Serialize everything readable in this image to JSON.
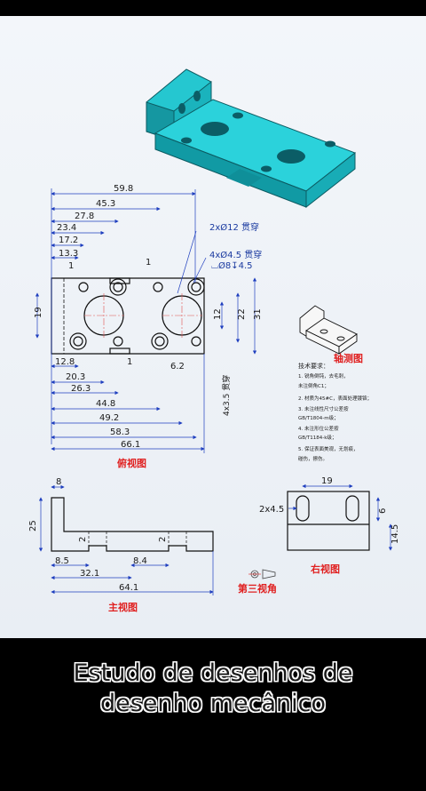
{
  "captions": [
    "Estudo de desenhos de",
    "desenho mecânico"
  ],
  "views": {
    "top_view_label": "俯视图",
    "front_view_label": "主视图",
    "right_view_label": "右视图",
    "iso_view_label": "轴测图",
    "third_angle_label": "第三视角"
  },
  "top_view_dims": {
    "top": [
      "59.8",
      "45.3",
      "27.8",
      "23.4",
      "17.2",
      "13.3",
      "1",
      "1"
    ],
    "bottom": [
      "12.8",
      "20.3",
      "26.3",
      "44.8",
      "49.2",
      "58.3",
      "66.1",
      "1",
      "6.2"
    ],
    "left": "19",
    "right": [
      "12",
      "22",
      "31"
    ],
    "callout_large": "2xØ12 贯穿",
    "callout_small_1": "4xØ4.5 贯穿",
    "callout_small_2": "⌴Ø8↧4.5",
    "vertical_note": "4x3.5 贯穿"
  },
  "front_view_dims": [
    "8",
    "25",
    "2",
    "2",
    "8.5",
    "8.4",
    "32.1",
    "64.1"
  ],
  "right_view_dims": [
    "19",
    "2x4.5",
    "6",
    "14.5"
  ],
  "tech_requirements": {
    "title": "技术要求：",
    "items": [
      "1. 锐角倒钝，去毛刺，",
      "未注倒角C1；",
      "2. 材质为45#C，表面处理镀铬；",
      "3. 未注线性尺寸公差按",
      "GB/T1804-m级；",
      "4. 未注形位公差按",
      "GB/T1184-k级；",
      "5. 保证表面美观，无划痕，",
      "碰伤，擦伤。"
    ]
  },
  "colors": {
    "part": "#25c7d0",
    "part_dark": "#0f8f99",
    "dimension": "#1f3fbf",
    "label_red": "#e02020",
    "centerline": "#e05050"
  }
}
